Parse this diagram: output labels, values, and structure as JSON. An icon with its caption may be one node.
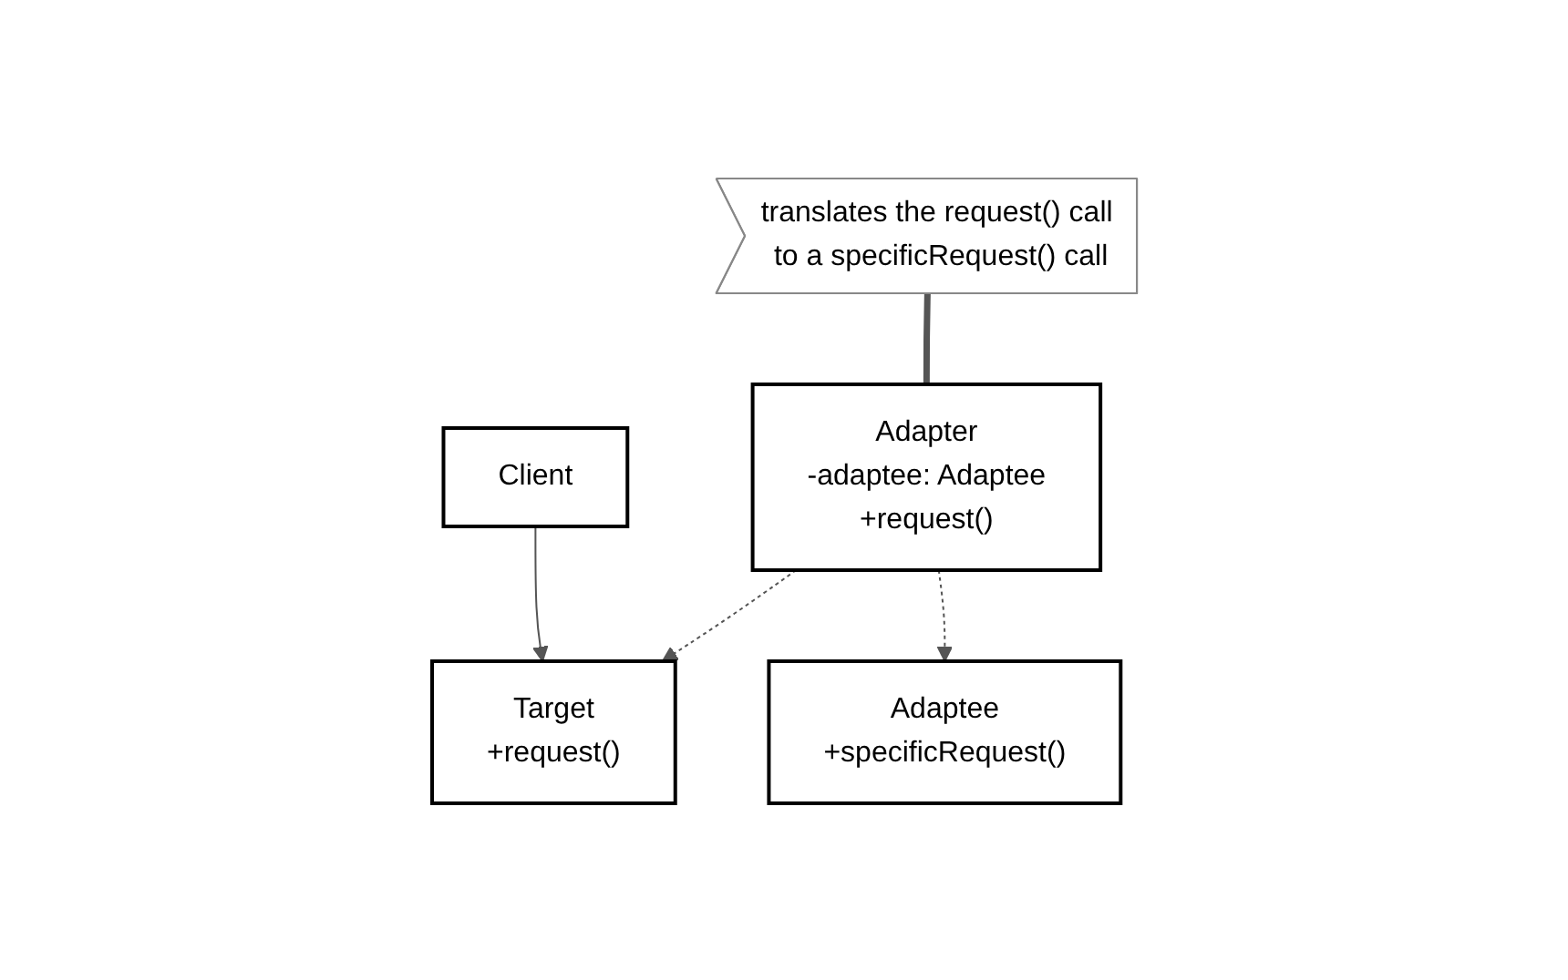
{
  "diagram": {
    "nodes": [
      {
        "text": [
          "Client"
        ]
      },
      {
        "text": [
          "Target",
          "+request()"
        ]
      },
      {
        "text": [
          "translates the request() call to a specificRequest() call"
        ]
      },
      {
        "text": [
          "Adaptee",
          "+specificRequest()"
        ]
      },
      {
        "text": [
          "Adapter",
          "-adaptee: Adaptee",
          "+request()"
        ]
      }
    ],
    "edges": [
      {
        "from": 0,
        "to": 1,
        "arrow": "to"
      },
      {
        "from": 4,
        "to": 1,
        "arrow": "to",
        "style": "dashed"
      },
      {
        "from": 2,
        "to": 4,
        "arrow": "none",
        "style": "thick"
      },
      {
        "from": 4,
        "to": 3,
        "arrow": "to",
        "style": "dashed"
      }
    ]
  }
}
